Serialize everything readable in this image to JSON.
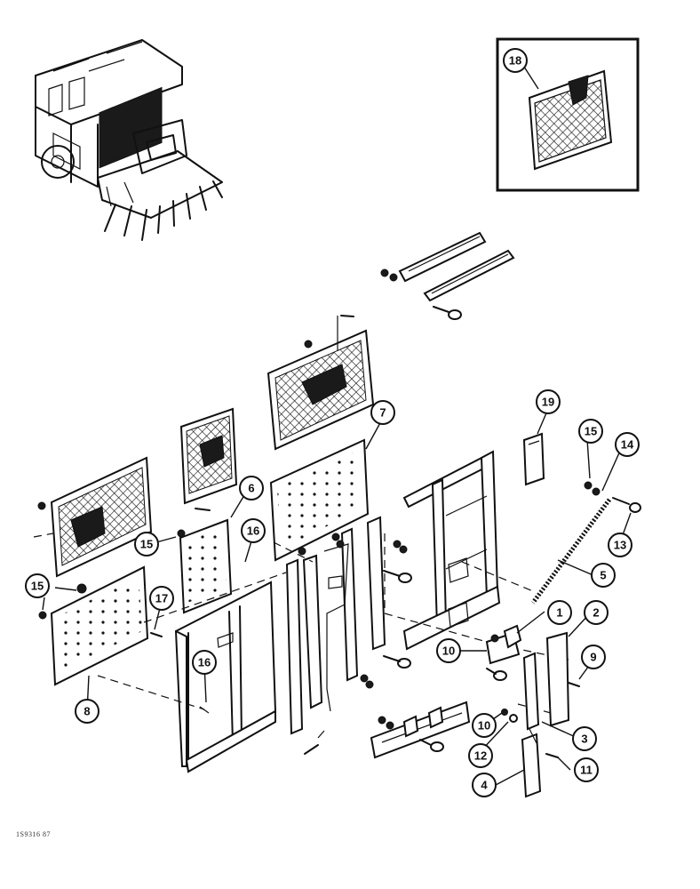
{
  "callouts": [
    {
      "label": "1"
    },
    {
      "label": "2"
    },
    {
      "label": "3"
    },
    {
      "label": "4"
    },
    {
      "label": "5"
    },
    {
      "label": "6"
    },
    {
      "label": "7"
    },
    {
      "label": "8"
    },
    {
      "label": "9"
    },
    {
      "label": "10"
    },
    {
      "label": "10"
    },
    {
      "label": "11"
    },
    {
      "label": "12"
    },
    {
      "label": "13"
    },
    {
      "label": "14"
    },
    {
      "label": "15"
    },
    {
      "label": "15"
    },
    {
      "label": "15"
    },
    {
      "label": "16"
    },
    {
      "label": "16"
    },
    {
      "label": "17"
    },
    {
      "label": "18"
    },
    {
      "label": "19"
    }
  ],
  "reference_code": "1S9316 87"
}
